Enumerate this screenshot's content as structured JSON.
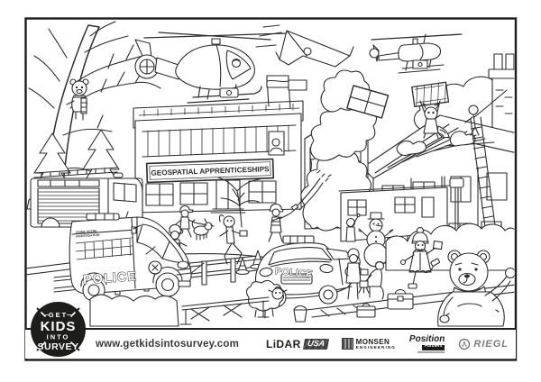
{
  "scene": {
    "banner_text": "GEOSPATIAL APPRENTICESHIPS",
    "police_van": {
      "label": "POLICE",
      "unit_line1": "CRIME SCENE",
      "unit_line2": "INVESTIGATION"
    },
    "police_car": {
      "label": "POLICE"
    }
  },
  "footer": {
    "url": "www.getkidsintosurvey.com",
    "logo": {
      "line1": "GET",
      "line2": "KIDS",
      "line3": "INTO",
      "line4": "SURVEY"
    },
    "sponsors": {
      "lidar": {
        "name": "LiDAR",
        "region": "USA"
      },
      "monsen": {
        "name": "MONSEN",
        "subtitle": "ENGINEERING"
      },
      "position": {
        "name": "Position",
        "subtitle": "Partners"
      },
      "riegl": {
        "name": "RIEGL"
      }
    }
  }
}
